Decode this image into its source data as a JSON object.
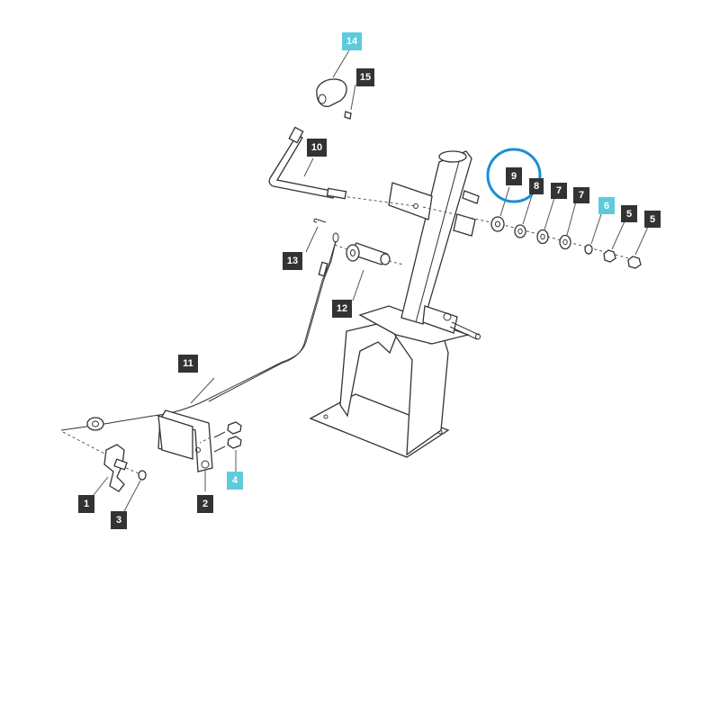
{
  "diagram": {
    "callouts": [
      {
        "id": "c14",
        "label": "14",
        "style": "highlight"
      },
      {
        "id": "c15",
        "label": "15",
        "style": "dark"
      },
      {
        "id": "c10",
        "label": "10",
        "style": "dark"
      },
      {
        "id": "c9",
        "label": "9",
        "style": "dark"
      },
      {
        "id": "c8",
        "label": "8",
        "style": "dark"
      },
      {
        "id": "c7a",
        "label": "7",
        "style": "dark"
      },
      {
        "id": "c7b",
        "label": "7",
        "style": "dark"
      },
      {
        "id": "c6",
        "label": "6",
        "style": "highlight"
      },
      {
        "id": "c5a",
        "label": "5",
        "style": "dark"
      },
      {
        "id": "c5b",
        "label": "5",
        "style": "dark"
      },
      {
        "id": "c13",
        "label": "13",
        "style": "dark"
      },
      {
        "id": "c12",
        "label": "12",
        "style": "dark"
      },
      {
        "id": "c11",
        "label": "11",
        "style": "dark"
      },
      {
        "id": "c1",
        "label": "1",
        "style": "dark"
      },
      {
        "id": "c3",
        "label": "3",
        "style": "dark"
      },
      {
        "id": "c2",
        "label": "2",
        "style": "dark"
      },
      {
        "id": "c4",
        "label": "4",
        "style": "highlight"
      }
    ],
    "colors": {
      "dark_box": "#333333",
      "highlight_box": "#5ecbdc",
      "highlight_ring": "#1a8fd6",
      "outline": "#333333"
    },
    "highlighted_part": "9"
  }
}
